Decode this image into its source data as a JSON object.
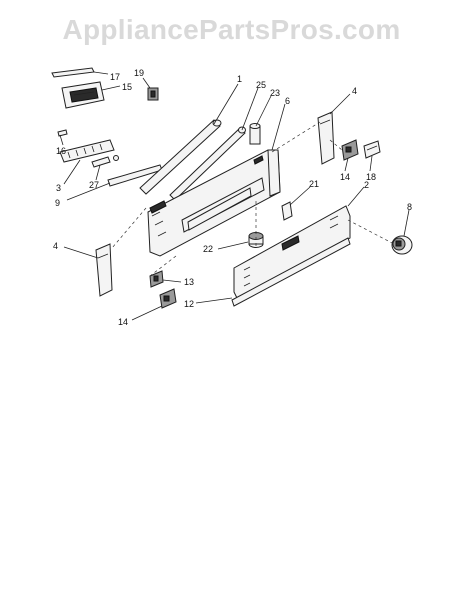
{
  "watermark": "AppliancePartsPros.com",
  "callouts": [
    {
      "id": "c17",
      "label": "17"
    },
    {
      "id": "c15",
      "label": "15"
    },
    {
      "id": "c19",
      "label": "19"
    },
    {
      "id": "c1",
      "label": "1"
    },
    {
      "id": "c25",
      "label": "25"
    },
    {
      "id": "c23",
      "label": "23"
    },
    {
      "id": "c6",
      "label": "6"
    },
    {
      "id": "c4a",
      "label": "4"
    },
    {
      "id": "c16",
      "label": "16"
    },
    {
      "id": "c3",
      "label": "3"
    },
    {
      "id": "c27",
      "label": "27"
    },
    {
      "id": "c9",
      "label": "9"
    },
    {
      "id": "c14a",
      "label": "14"
    },
    {
      "id": "c18",
      "label": "18"
    },
    {
      "id": "c21",
      "label": "21"
    },
    {
      "id": "c2",
      "label": "2"
    },
    {
      "id": "c8",
      "label": "8"
    },
    {
      "id": "c4b",
      "label": "4"
    },
    {
      "id": "c22",
      "label": "22"
    },
    {
      "id": "c13",
      "label": "13"
    },
    {
      "id": "c14b",
      "label": "14"
    },
    {
      "id": "c12",
      "label": "12"
    }
  ]
}
